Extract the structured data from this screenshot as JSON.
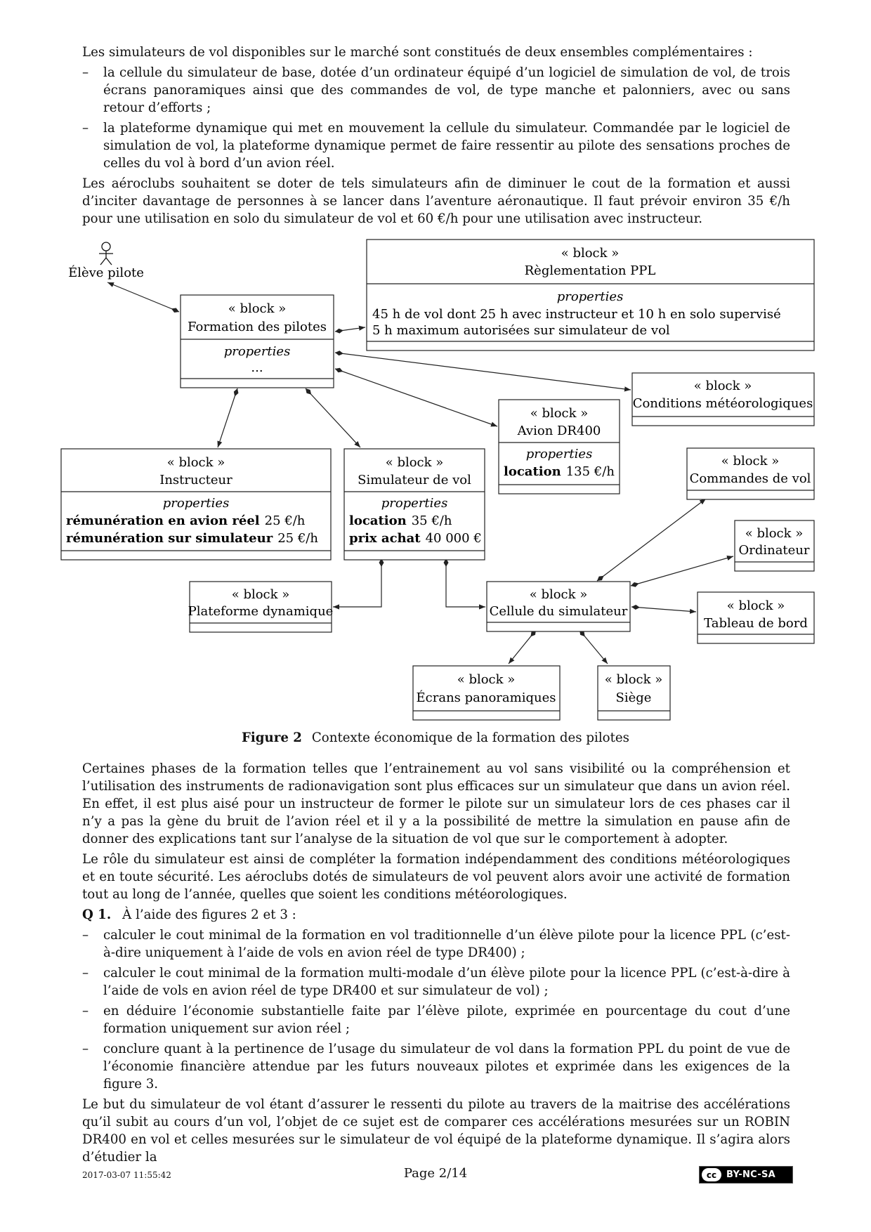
{
  "intro": {
    "lead": "Les simulateurs de vol disponibles sur le marché sont constitués de deux ensembles complémentaires :",
    "bullets": [
      "la cellule du simulateur de base, dotée d’un ordinateur équipé d’un logiciel de simulation de vol, de trois écrans panoramiques ainsi que des commandes de vol, de type manche et palonniers, avec ou sans retour d’efforts ;",
      "la plateforme dynamique qui met en mouvement la cellule du simulateur. Commandée par le logiciel de simulation de vol, la plateforme dynamique permet de faire ressentir au pilote des sensations proches de celles du vol à bord d’un avion réel."
    ],
    "para": "Les aéroclubs souhaitent se doter de tels simulateurs afin de diminuer le cout de la formation et aussi d’inciter davantage de personnes à se lancer dans l’aventure aéronautique. Il faut prévoir environ 35 €/h pour une utilisation en solo du simulateur de vol et 60 €/h pour une utilisation avec instructeur."
  },
  "bullet_dash": "–",
  "diagram": {
    "stereotype": "« block »",
    "properties_label": "properties",
    "actor": "Élève pilote",
    "blocks": {
      "reglementation": {
        "name": "Règlementation PPL",
        "props": [
          "45 h de vol dont 25 h avec instructeur et 10 h en solo supervisé",
          "5 h maximum autorisées sur simulateur de vol"
        ]
      },
      "formation": {
        "name": "Formation des pilotes",
        "props": [
          "..."
        ]
      },
      "meteo": {
        "name": "Conditions météorologiques"
      },
      "avion": {
        "name": "Avion DR400",
        "props": [
          {
            "key": "location",
            "value": "135 €/h"
          }
        ]
      },
      "instructeur": {
        "name": "Instructeur",
        "props": [
          {
            "key": "rémunération en avion réel",
            "value": "25 €/h"
          },
          {
            "key": "rémunération sur simulateur",
            "value": "25 €/h"
          }
        ]
      },
      "simulateur": {
        "name": "Simulateur de vol",
        "props": [
          {
            "key": "location",
            "value": "35 €/h"
          },
          {
            "key": "prix achat",
            "value": "40 000 €"
          }
        ]
      },
      "commandes": {
        "name": "Commandes de vol"
      },
      "ordinateur": {
        "name": "Ordinateur"
      },
      "plateforme": {
        "name": "Plateforme dynamique"
      },
      "cellule": {
        "name": "Cellule du simulateur"
      },
      "tableau": {
        "name": "Tableau de bord"
      },
      "ecrans": {
        "name": "Écrans panoramiques"
      },
      "siege": {
        "name": "Siège"
      }
    }
  },
  "figure": {
    "label": "Figure 2",
    "caption": "Contexte économique de la formation des pilotes"
  },
  "body": {
    "p1": "Certaines phases de la formation telles que l’entrainement au vol sans visibilité ou la compréhension et l’utilisation des instruments de radionavigation sont plus efficaces sur un simulateur que dans un avion réel. En effet, il est plus aisé pour un instructeur de former le pilote sur un simulateur lors de ces phases car il n’y a pas la gène du bruit de l’avion réel et il y a la possibilité de mettre la simulation en pause afin de donner des explications tant sur l’analyse de la situation de vol que sur le comportement à adopter.",
    "p2": "Le rôle du simulateur est ainsi de compléter la formation indépendamment des conditions météorologiques et en toute sécurité. Les aéroclubs dotés de simulateurs de vol peuvent alors avoir une activité de formation tout au long de l’année, quelles que soient les conditions météorologiques."
  },
  "question": {
    "label": "Q 1.",
    "lead": "À l’aide des figures 2 et 3 :",
    "bullets": [
      "calculer le cout minimal de la formation en vol traditionnelle d’un élève pilote pour la licence PPL (c’est-à-dire uniquement à l’aide de vols en avion réel de type DR400) ;",
      "calculer le cout minimal de la formation multi-modale d’un élève pilote pour la licence PPL (c’est-à-dire à l’aide de vols en avion réel de type DR400 et sur simulateur de vol) ;",
      "en déduire l’économie substantielle faite par l’élève pilote, exprimée en pourcentage du cout d’une formation uniquement sur avion réel ;",
      "conclure quant à la pertinence de l’usage du simulateur de vol dans la formation PPL du point de vue de l’économie financière attendue par les futurs nouveaux pilotes et exprimée dans les exigences de la figure 3."
    ]
  },
  "closing": "Le but du simulateur de vol étant d’assurer le ressenti du pilote au travers de la maitrise des accélérations qu’il subit au cours d’un vol, l’objet de ce sujet est de comparer ces accélérations mesurées sur un ROBIN DR400 en vol et celles mesurées sur le simulateur de vol équipé de la plateforme dynamique. Il s’agira alors d’étudier la",
  "footer": {
    "date": "2017-03-07 11:55:42",
    "page": "Page 2/14",
    "cc_mark": "cc",
    "license": "BY-NC-SA"
  }
}
